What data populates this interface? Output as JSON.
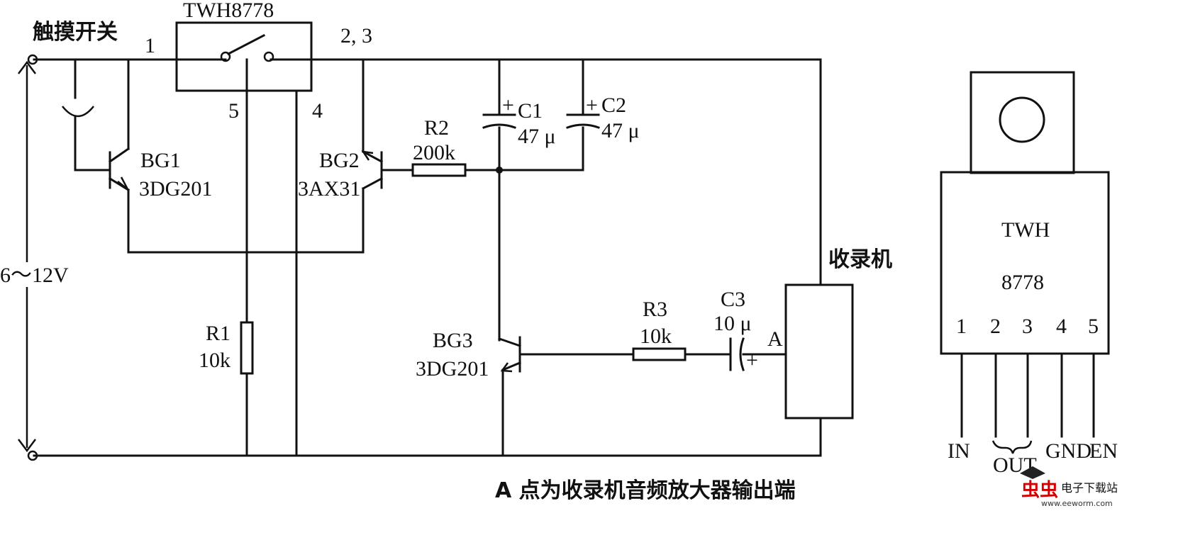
{
  "circuit": {
    "touch_switch_label": "触摸开关",
    "ic_name": "TWH8778",
    "pin_1": "1",
    "pin_23": "2, 3",
    "pin_5": "5",
    "pin_4": "4",
    "supply_label": "6～12V",
    "bg1_name": "BG1",
    "bg1_part": "3DG201",
    "bg2_name": "BG2",
    "bg2_part": "3AX31",
    "bg3_name": "BG3",
    "bg3_part": "3DG201",
    "r1_name": "R1",
    "r1_value": "10k",
    "r2_name": "R2",
    "r2_value": "200k",
    "r3_name": "R3",
    "r3_value": "10k",
    "c1_name": "C1",
    "c1_value": "47 μ",
    "c2_name": "C2",
    "c2_value": "47 μ",
    "c3_name": "C3",
    "c3_value": "10 μ",
    "recorder_label": "收录机",
    "point_a": "A",
    "caption": "A 点为收录机音频放大器输出端"
  },
  "package": {
    "line1": "TWH",
    "line2": "8778",
    "pins": [
      "1",
      "2",
      "3",
      "4",
      "5"
    ],
    "pin_labels": [
      "IN",
      "OUT",
      "GND",
      "EN"
    ]
  },
  "watermark": {
    "logo": "虫虫",
    "text": "电子下载站",
    "url": "www.eeworm.com"
  }
}
